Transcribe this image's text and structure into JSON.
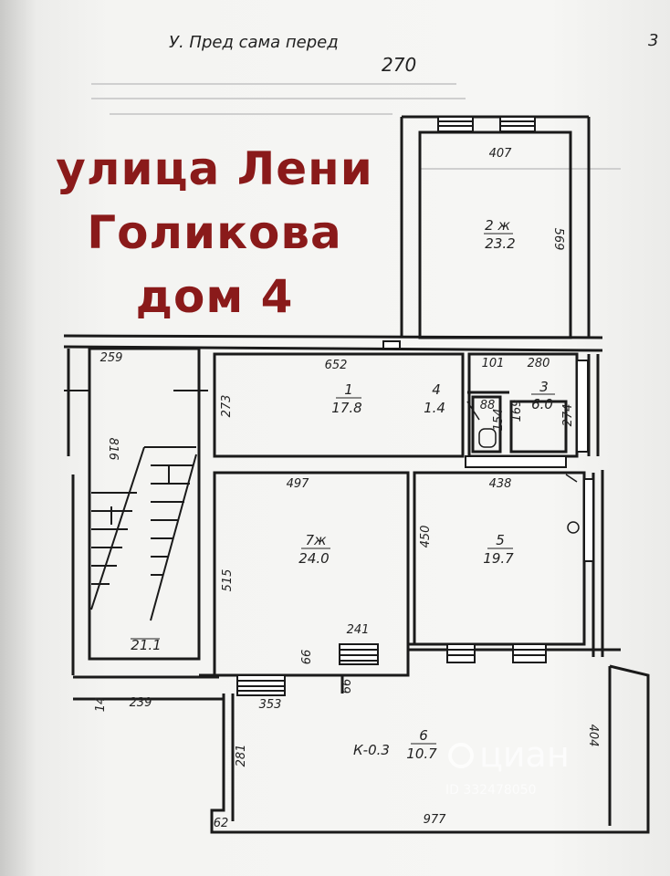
{
  "title": {
    "line1": "улица Лени",
    "line2": "Голикова",
    "line3": "дом 4"
  },
  "page_number": "3",
  "header_number": "270",
  "header_blur": "У. Пред сама перед",
  "rooms": [
    {
      "id": "1",
      "name": "1",
      "area": "17.8"
    },
    {
      "id": "2",
      "name": "2 ж",
      "area": "23.2"
    },
    {
      "id": "3",
      "name": "3",
      "area": "6.0"
    },
    {
      "id": "4",
      "name": "4",
      "area": "1.4"
    },
    {
      "id": "5",
      "name": "5",
      "area": "19.7"
    },
    {
      "id": "6",
      "name": "6",
      "area": "10.7"
    },
    {
      "id": "7",
      "name": "7ж",
      "area": "24.0"
    },
    {
      "id": "stair",
      "name": "",
      "area": "21.1"
    }
  ],
  "dimensions": {
    "d407": "407",
    "d569": "569",
    "d259": "259",
    "d652": "652",
    "d101": "101",
    "d280": "280",
    "d273": "273",
    "d88": "88",
    "d154": "154",
    "d169": "169",
    "d274": "274",
    "d816": "816",
    "d497": "497",
    "d438": "438",
    "d450": "450",
    "d515": "515",
    "d241": "241",
    "d66a": "66",
    "d66b": "66",
    "d14": "14",
    "d239": "239",
    "d353": "353",
    "d281": "281",
    "d404": "404",
    "d977": "977",
    "d62": "62"
  },
  "basement_label": "К-0.3",
  "watermark": {
    "brand": "циан",
    "id": "ID 332478050"
  }
}
